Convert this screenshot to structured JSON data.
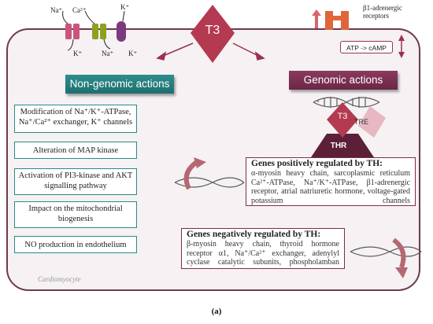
{
  "ions": {
    "na_top": "Na⁺",
    "ca_top": "Ca²⁺",
    "k_top": "K⁺",
    "k_bottom": "K⁺",
    "na_bottom": "Na⁺",
    "k_bottom2": "K⁺"
  },
  "hormone": {
    "label": "T3"
  },
  "receptor": {
    "label": "β1-adrenergic receptors",
    "camp": "ATP -> cAMP"
  },
  "non_genomic": {
    "title": "Non-genomic actions",
    "items": [
      "Modification of Na⁺/K⁺-ATPase, Na⁺/Ca²⁺ exchanger, K⁺ channels",
      "Alteration of MAP kinase",
      "Activation of PI3-kinase and AKT signalling pathway",
      "Impact on the mitochondrial biogenesis",
      "NO production in endothelium"
    ]
  },
  "genomic": {
    "title": "Genomic actions",
    "t3": "T3",
    "thr": "THR",
    "tre": "TRE",
    "positive_title": "Genes positively regulated by TH:",
    "positive_body": "α-myosin heavy chain, sarcoplasmic reticulum Ca²⁺-ATPase, Na⁺/K⁺-ATPase, β1-adrenergic receptor, atrial natriuretic hormone, voltage-gated potassium channels",
    "negative_title": "Genes negatively regulated by TH:",
    "negative_body": "β-myosin heavy chain, thyroid hormone receptor α1, Na⁺/Ca²⁺ exchanger, adenylyl cyclase catalytic subunits, phospholamban"
  },
  "cell_label": "Cardiomyocyte",
  "caption": "(a)",
  "colors": {
    "teal": "#2a8a8a",
    "plum": "#7a2e4e",
    "membrane": "#6e3a4e"
  }
}
